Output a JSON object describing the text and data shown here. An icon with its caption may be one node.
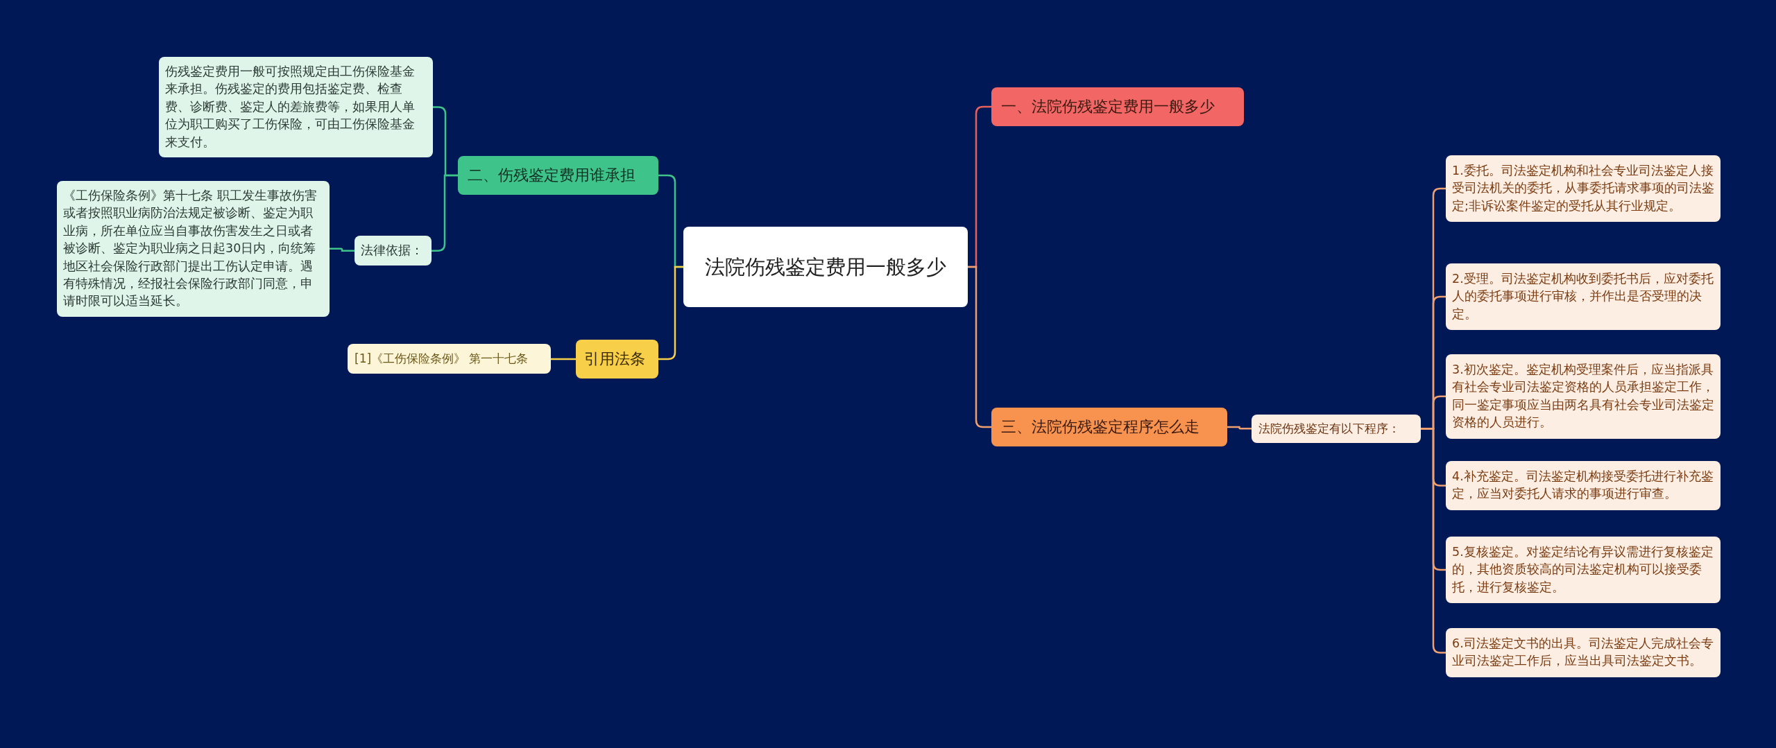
{
  "diagram": {
    "nodes": [
      {
        "text": [
          "法院伤残鉴定费用一般多少"
        ]
      },
      {
        "text": [
          "一、法院伤残鉴定费用一般多少"
        ]
      },
      {
        "text": [
          "三、法院伤残鉴定程序怎么走"
        ]
      },
      {
        "text": [
          "法院伤残鉴定有以下程序："
        ]
      },
      {
        "text": [
          "1.委托。司法鉴定机构和社会专业司法鉴定人接受司法机关的委托，从事委托请求事项的司法鉴定;非诉讼案件鉴定的受托从其行业规定。"
        ]
      },
      {
        "text": [
          "2.受理。司法鉴定机构收到委托书后，应对委托人的委托事项进行审核，并作出是否受理的决定。"
        ]
      },
      {
        "text": [
          "3.初次鉴定。鉴定机构受理案件后，应当指派具有社会专业司法鉴定资格的人员承担鉴定工作，同一鉴定事项应当由两名具有社会专业司法鉴定资格的人员进行。"
        ]
      },
      {
        "text": [
          "4.补充鉴定。司法鉴定机构接受委托进行补充鉴定，应当对委托人请求的事项进行审查。"
        ]
      },
      {
        "text": [
          "5.复核鉴定。对鉴定结论有异议需进行复核鉴定的，其他资质较高的司法鉴定机构可以接受委托，进行复核鉴定。"
        ]
      },
      {
        "text": [
          "6.司法鉴定文书的出具。司法鉴定人完成社会专业司法鉴定工作后，应当出具司法鉴定文书。"
        ]
      },
      {
        "text": [
          "二、伤残鉴定费用谁承担"
        ]
      },
      {
        "text": [
          "伤残鉴定费用一般可按照规定由工伤保险基金来承担。伤残鉴定的费用包括鉴定费、检查费、诊断费、鉴定人的差旅费等，如果用人单位为职工购买了工伤保险，可由工伤保险基金来支付。"
        ]
      },
      {
        "text": [
          "法律依据："
        ]
      },
      {
        "text": [
          "《工伤保险条例》第十七条 职工发生事故伤害或者按照职业病防治法规定被诊断、鉴定为职业病，所在单位应当自事故伤害发生之日或者被诊断、鉴定为职业病之日起30日内，向统筹地区社会保险行政部门提出工伤认定申请。遇有特殊情况，经报社会保险行政部门同意，申请时限可以适当延长。"
        ]
      },
      {
        "text": [
          "引用法条"
        ]
      },
      {
        "text": [
          "[1]《工伤保险条例》 第一十七条"
        ]
      }
    ],
    "edges": [
      {
        "from": 0,
        "to": 1,
        "arrow": "none",
        "color": "#e8605c"
      },
      {
        "from": 0,
        "to": 2,
        "arrow": "none"
      },
      {
        "from": 2,
        "to": 3,
        "arrow": "none"
      },
      {
        "from": 3,
        "to": 4,
        "arrow": "none"
      },
      {
        "from": 3,
        "to": 5,
        "arrow": "none"
      },
      {
        "from": 3,
        "to": 6,
        "arrow": "none"
      },
      {
        "from": 3,
        "to": 7,
        "arrow": "none"
      },
      {
        "from": 3,
        "to": 8,
        "arrow": "none"
      },
      {
        "from": 3,
        "to": 9,
        "arrow": "none"
      },
      {
        "from": 0,
        "to": 10,
        "arrow": "none",
        "color": "#3ec48a"
      },
      {
        "from": 10,
        "to": 11,
        "arrow": "none",
        "color": "#3ec48a"
      },
      {
        "from": 10,
        "to": 12,
        "arrow": "none",
        "color": "#3ec48a"
      },
      {
        "from": 12,
        "to": 13,
        "arrow": "none",
        "color": "#3ec48a"
      },
      {
        "from": 0,
        "to": 14,
        "arrow": "none",
        "color": "#f7cf48"
      },
      {
        "from": 14,
        "to": 15,
        "arrow": "none",
        "color": "#f7cf48"
      }
    ]
  }
}
